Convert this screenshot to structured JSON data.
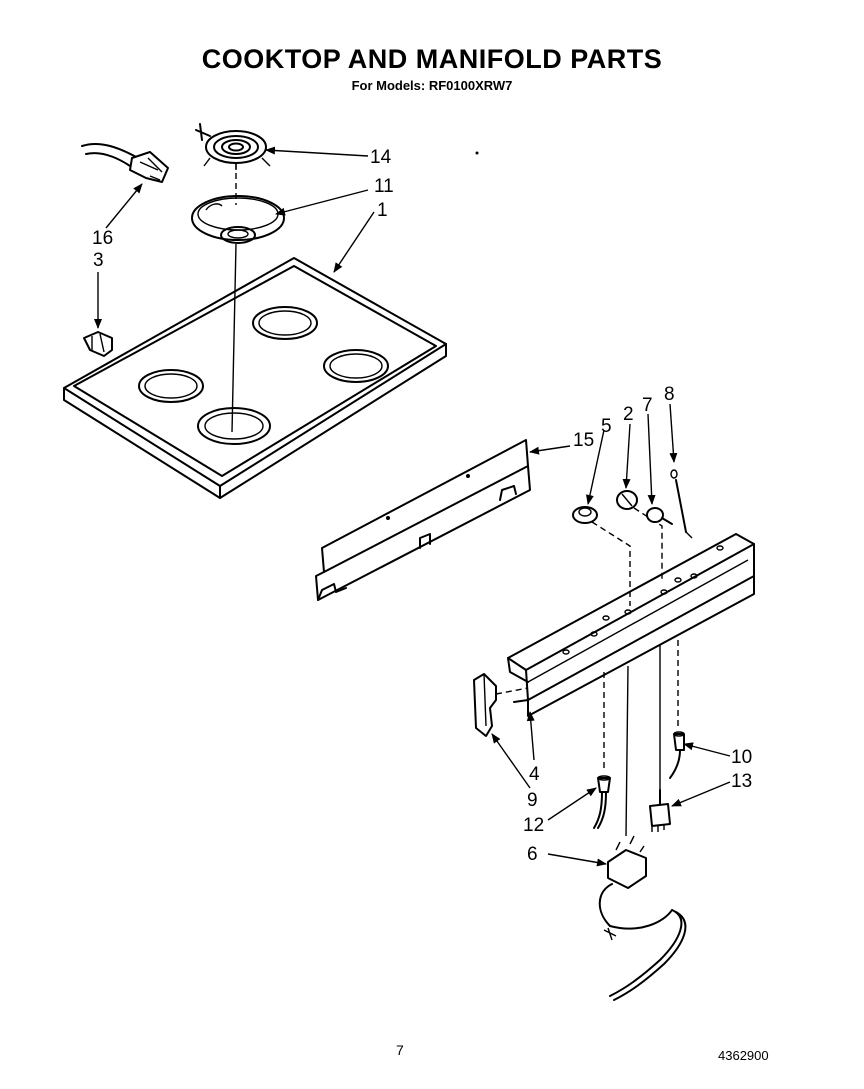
{
  "title": "COOKTOP AND MANIFOLD PARTS",
  "subtitle": "For Models: RF0100XRW7",
  "page_number": "7",
  "document_code": "4362900",
  "callouts": {
    "c1": "1",
    "c2": "2",
    "c3": "3",
    "c4": "4",
    "c5": "5",
    "c6": "6",
    "c7": "7",
    "c8": "8",
    "c9": "9",
    "c10": "10",
    "c11": "11",
    "c12": "12",
    "c13": "13",
    "c14": "14",
    "c15": "15",
    "c16": "16"
  }
}
